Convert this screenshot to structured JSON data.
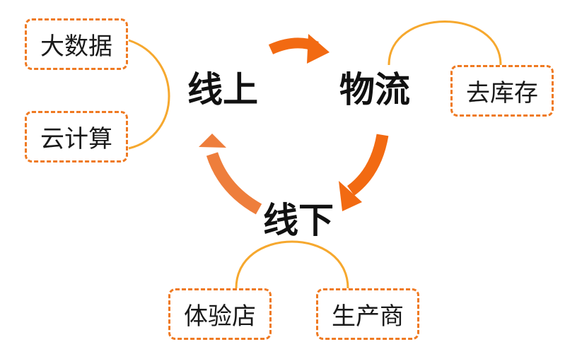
{
  "hubs": {
    "online": "线上",
    "logistics": "物流",
    "offline": "线下"
  },
  "leaves": {
    "big_data": "大数据",
    "cloud_computing": "云计算",
    "destock": "去库存",
    "experience_store": "体验店",
    "manufacturer": "生产商"
  },
  "colors": {
    "dashed_border": "#ef7a22",
    "connector": "#f6a82e",
    "arrow_top": "#f26a12",
    "arrow_right": "#f26a12",
    "arrow_left": "#ee7e3c"
  }
}
